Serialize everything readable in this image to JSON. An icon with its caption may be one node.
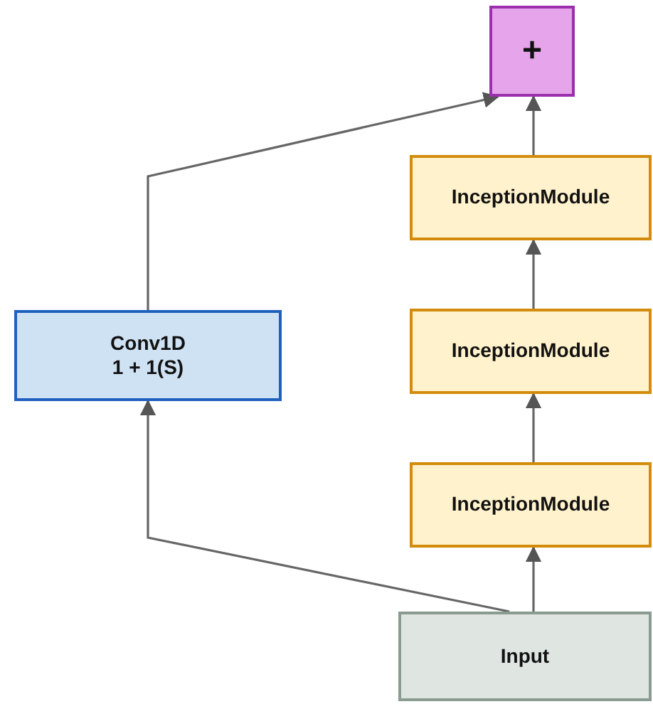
{
  "diagram": {
    "nodes": [
      {
        "text": [
          "+"
        ]
      },
      {
        "text": [
          "InceptionModule"
        ]
      },
      {
        "text": [
          "InceptionModule"
        ]
      },
      {
        "text": [
          "Conv1D",
          "1 + 1(S)"
        ]
      },
      {
        "text": [
          "InceptionModule"
        ]
      },
      {
        "text": [
          "Input"
        ]
      }
    ],
    "edges": [
      {
        "from": 5,
        "to": 4,
        "arrow": "to"
      },
      {
        "from": 4,
        "to": 2,
        "arrow": "to"
      },
      {
        "from": 2,
        "to": 1,
        "arrow": "to"
      },
      {
        "from": 1,
        "to": 0,
        "arrow": "to"
      },
      {
        "from": 5,
        "to": 3,
        "arrow": "to"
      },
      {
        "from": 3,
        "to": 0,
        "arrow": "to"
      }
    ]
  }
}
